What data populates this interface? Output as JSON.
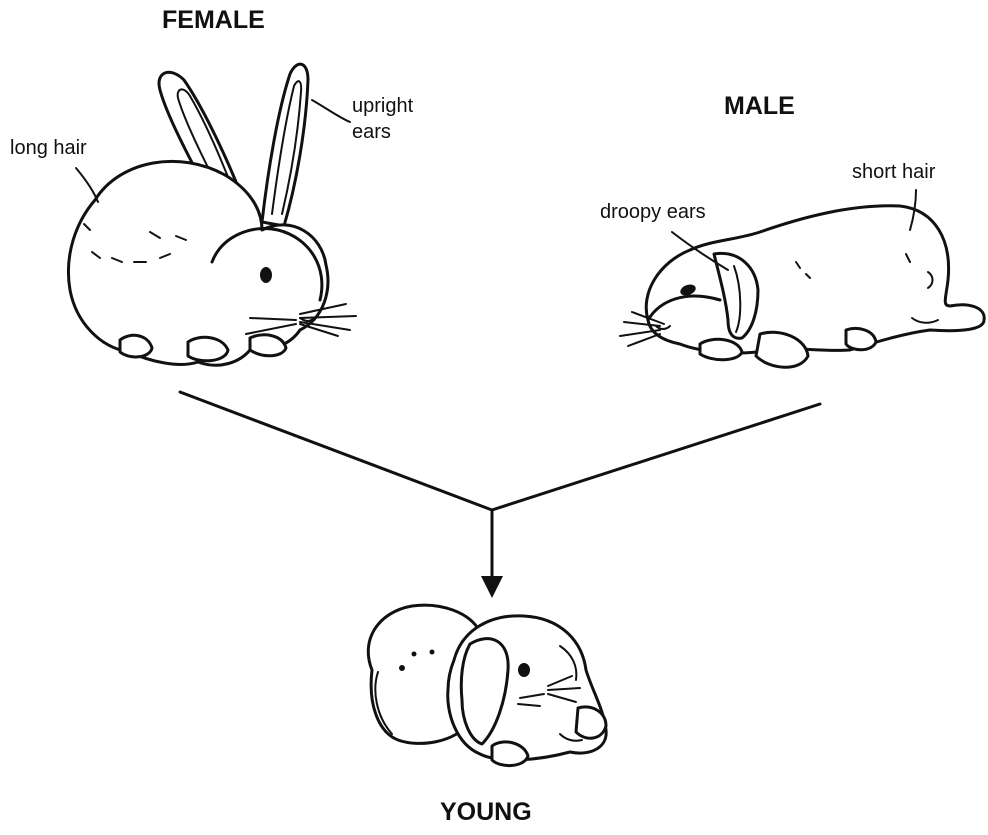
{
  "parents": {
    "female": {
      "title": "FEMALE",
      "labels": {
        "hair": "long hair",
        "ears_line1": "upright",
        "ears_line2": "ears"
      }
    },
    "male": {
      "title": "MALE",
      "labels": {
        "hair": "short hair",
        "ears": "droopy ears"
      }
    }
  },
  "offspring": {
    "title": "YOUNG"
  },
  "colors": {
    "ink": "#111111",
    "background": "#ffffff"
  }
}
